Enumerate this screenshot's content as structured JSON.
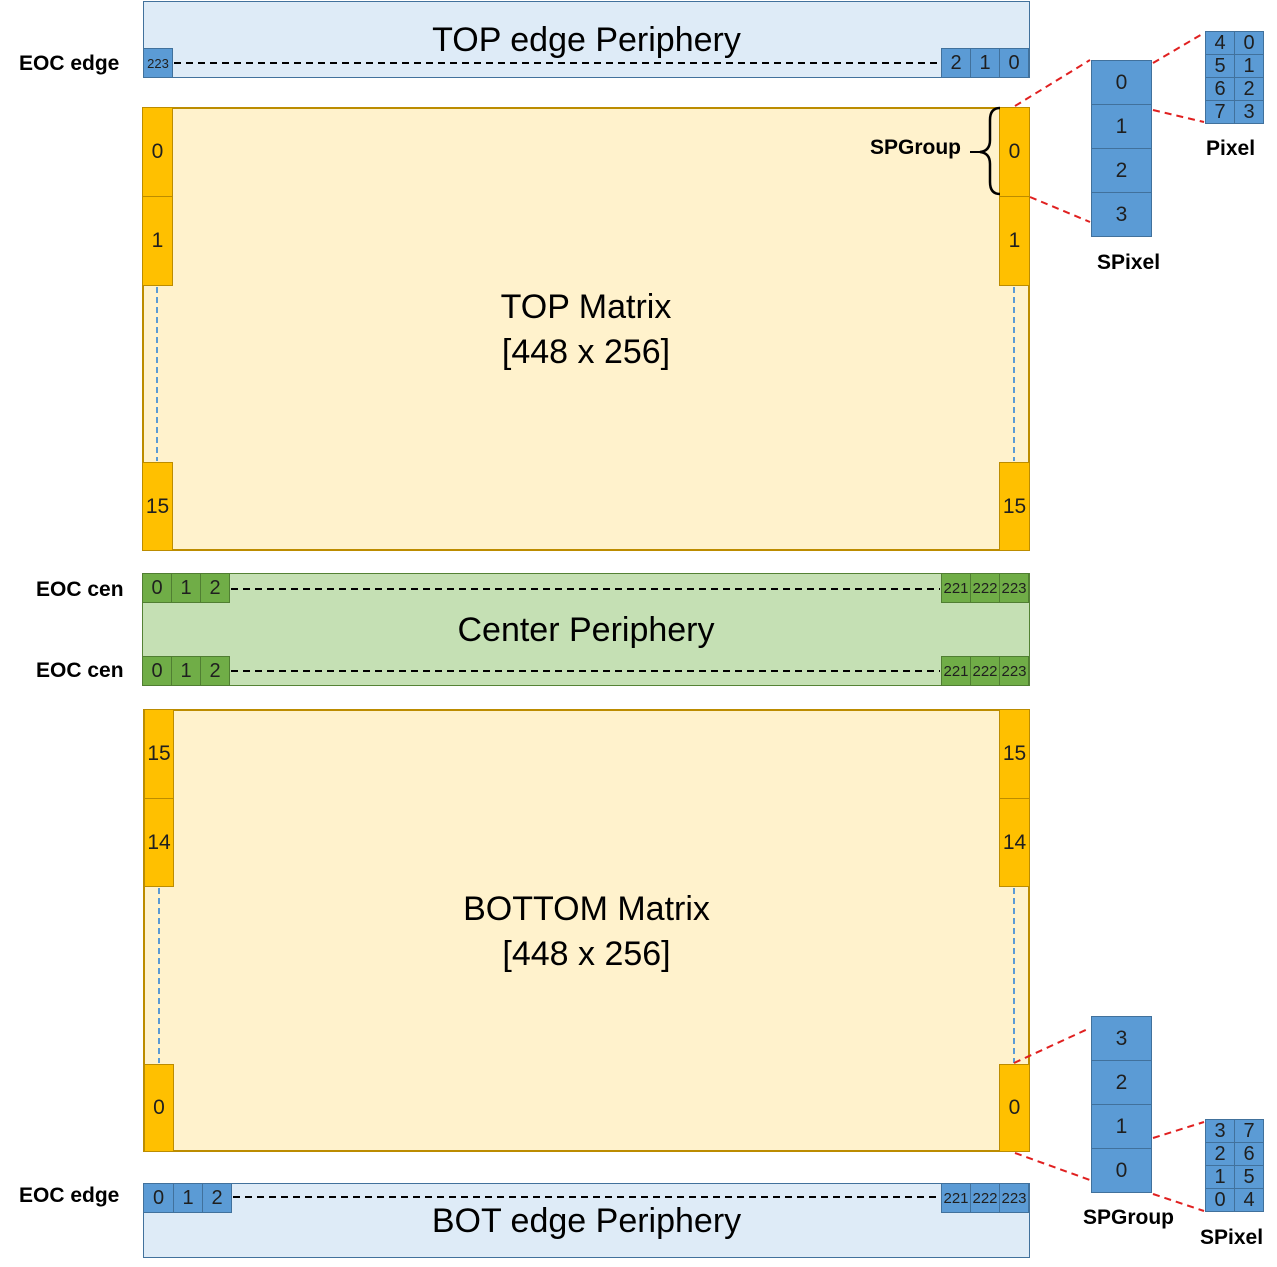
{
  "top_periphery": {
    "title": "TOP edge Periphery",
    "eoc_label": "EOC edge",
    "left_index": "223",
    "right_indices": [
      "2",
      "1",
      "0"
    ]
  },
  "top_matrix": {
    "title": "TOP Matrix",
    "size": "[448 x 256]",
    "left_column": [
      "0",
      "1",
      "15"
    ],
    "right_column": [
      "0",
      "1",
      "15"
    ],
    "spgroup_label": "SPGroup"
  },
  "top_spixel": {
    "cells": [
      "0",
      "1",
      "2",
      "3"
    ],
    "label": "SPixel"
  },
  "top_pixel": {
    "rows": [
      [
        "4",
        "0"
      ],
      [
        "5",
        "1"
      ],
      [
        "6",
        "2"
      ],
      [
        "7",
        "3"
      ]
    ],
    "label": "Pixel"
  },
  "center_periphery": {
    "title": "Center Periphery",
    "eoc_label_top": "EOC cen",
    "eoc_label_bottom": "EOC cen",
    "left_indices": [
      "0",
      "1",
      "2"
    ],
    "right_indices": [
      "221",
      "222",
      "223"
    ]
  },
  "bottom_matrix": {
    "title": "BOTTOM Matrix",
    "size": "[448 x 256]",
    "left_column": [
      "15",
      "14",
      "0"
    ],
    "right_column": [
      "15",
      "14",
      "0"
    ]
  },
  "bottom_spgroup": {
    "cells": [
      "3",
      "2",
      "1",
      "0"
    ],
    "label": "SPGroup"
  },
  "bottom_spixel": {
    "rows": [
      [
        "3",
        "7"
      ],
      [
        "2",
        "6"
      ],
      [
        "1",
        "5"
      ],
      [
        "0",
        "4"
      ]
    ],
    "label": "SPixel"
  },
  "bot_periphery": {
    "title": "BOT edge Periphery",
    "eoc_label": "EOC edge",
    "left_indices": [
      "0",
      "1",
      "2"
    ],
    "right_indices": [
      "221",
      "222",
      "223"
    ]
  },
  "colors": {
    "periphery_edge": "#deebf7",
    "periphery_center": "#c5e0b4",
    "matrix": "#fff2cc",
    "blue": "#5b9bd5",
    "green": "#70ad47",
    "orange": "#ffc000",
    "red_dash": "#e02020"
  }
}
